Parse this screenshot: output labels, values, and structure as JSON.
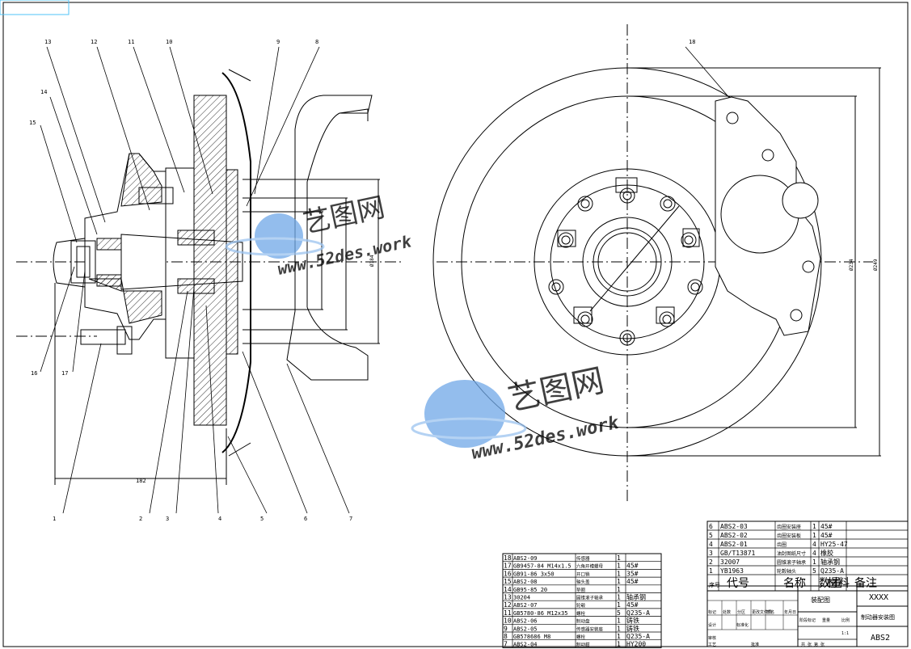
{
  "callouts": [
    "1",
    "2",
    "3",
    "4",
    "5",
    "6",
    "7",
    "8",
    "9",
    "10",
    "11",
    "12",
    "13",
    "14",
    "15",
    "16",
    "17",
    "18"
  ],
  "dims": {
    "length": "182",
    "d1": "Ø184",
    "d2": "Ø234",
    "d3": "Ø249"
  },
  "watermark": {
    "cn": "艺图网",
    "url": "www.52des.work"
  },
  "bom_right": [
    [
      "6",
      "ABS2-03",
      "齿圈安装座",
      "1",
      "45#",
      ""
    ],
    [
      "5",
      "ABS2-02",
      "齿圈安装板",
      "1",
      "45#",
      ""
    ],
    [
      "4",
      "ABS2-01",
      "齿圈",
      "4",
      "HY25-47",
      ""
    ],
    [
      "3",
      "GB/T13871",
      "油封图纸尺寸",
      "4",
      "橡胶",
      ""
    ],
    [
      "2",
      "32007",
      "圆锥滚子轴承",
      "1",
      "轴承钢",
      ""
    ],
    [
      "1",
      "YB1963",
      "轮毂轴头",
      "5",
      "Q235-A",
      ""
    ]
  ],
  "bom_header": [
    "序号",
    "代号",
    "名称",
    "数量",
    "材料",
    "备注"
  ],
  "bom_left": [
    [
      "18",
      "ABS2-09",
      "传感器",
      "1",
      ""
    ],
    [
      "17",
      "GB9457-84 M14x1.5",
      "六角开槽螺母",
      "1",
      "45#"
    ],
    [
      "16",
      "GB91-86 3x50",
      "开口销",
      "1",
      "35#"
    ],
    [
      "15",
      "ABS2-08",
      "轴头盖",
      "1",
      "45#"
    ],
    [
      "14",
      "GB95-85 20",
      "垫圈",
      "1",
      ""
    ],
    [
      "13",
      "30204",
      "圆锥滚子轴承",
      "1",
      "轴承钢"
    ],
    [
      "12",
      "ABS2-07",
      "轮毂",
      "1",
      "45#"
    ],
    [
      "11",
      "GB5780-86 M12x35",
      "螺栓",
      "5",
      "Q235-A"
    ],
    [
      "10",
      "ABS2-06",
      "制动盘",
      "1",
      "铸铁"
    ],
    [
      "9",
      "ABS2-05",
      "传感器安装座",
      "1",
      "铸铁"
    ],
    [
      "8",
      "GB578686 M8",
      "螺栓",
      "1",
      "Q235-A"
    ],
    [
      "7",
      "ABS2-04",
      "制动鉗",
      "1",
      "HY200"
    ]
  ],
  "title_block": {
    "drawing": "装配图",
    "org": "XXXX",
    "name": "制动器安装图",
    "code": "ABS2",
    "sign_rows": [
      "标记",
      "处数",
      "分区",
      "更改文件号",
      "签名",
      "年月日"
    ],
    "design": "设计",
    "check": "审核",
    "process": "工艺",
    "std": "标准化",
    "approve": "批准",
    "stage": "阶段标记",
    "weight": "重量",
    "scale": "比例",
    "scale_val": "1:1",
    "sheets": "共   张  第   张"
  },
  "colors": {
    "line": "#000000",
    "watermark": "#5b8fd6",
    "frame": "#4fc3f7"
  }
}
